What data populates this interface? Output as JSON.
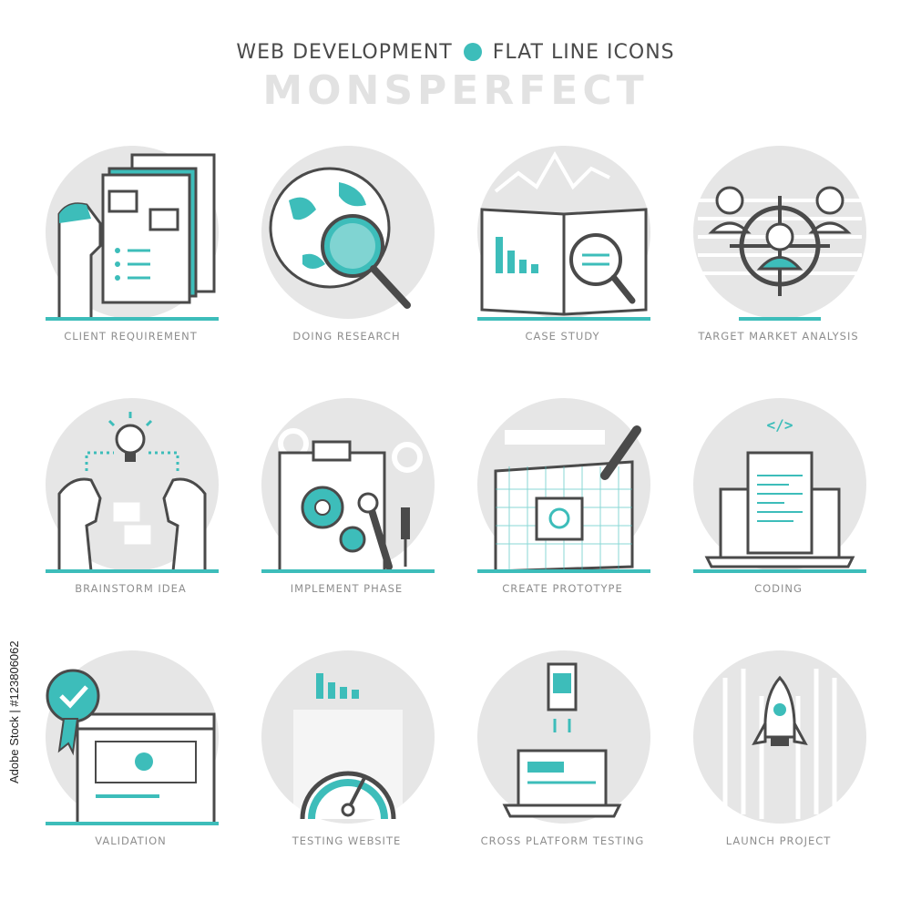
{
  "header": {
    "left": "WEB DEVELOPMENT",
    "right": "FLAT LINE ICONS",
    "brand": "MONSPERFECT"
  },
  "side_text": "Adobe Stock | #123806062",
  "colors": {
    "accent": "#3dbdba",
    "line": "#4a4a4a",
    "circle": "#e6e6e6",
    "label": "#8e8e8e"
  },
  "icons": [
    {
      "label": "CLIENT REQUIREMENT",
      "icon": "client-requirement-icon"
    },
    {
      "label": "DOING RESEARCH",
      "icon": "doing-research-icon"
    },
    {
      "label": "CASE STUDY",
      "icon": "case-study-icon"
    },
    {
      "label": "TARGET MARKET ANALYSIS",
      "icon": "target-market-analysis-icon"
    },
    {
      "label": "BRAINSTORM IDEA",
      "icon": "brainstorm-idea-icon"
    },
    {
      "label": "IMPLEMENT PHASE",
      "icon": "implement-phase-icon"
    },
    {
      "label": "CREATE PROTOTYPE",
      "icon": "create-prototype-icon"
    },
    {
      "label": "CODING",
      "icon": "coding-icon"
    },
    {
      "label": "VALIDATION",
      "icon": "validation-icon"
    },
    {
      "label": "TESTING WEBSITE",
      "icon": "testing-website-icon"
    },
    {
      "label": "CROSS PLATFORM TESTING",
      "icon": "cross-platform-testing-icon"
    },
    {
      "label": "LAUNCH PROJECT",
      "icon": "launch-project-icon"
    }
  ]
}
